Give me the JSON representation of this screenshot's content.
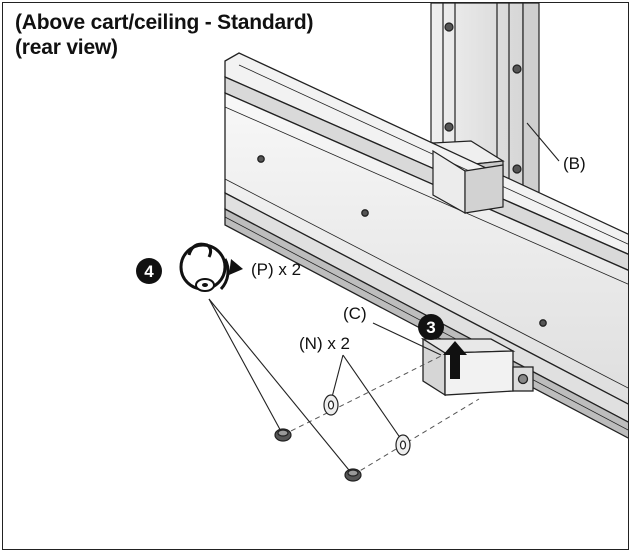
{
  "title": {
    "line1": "(Above cart/ceiling - Standard)",
    "line2": "(rear view)"
  },
  "labels": {
    "bracket": "(B)",
    "clip": "(C)",
    "washers": "(N) x 2",
    "screws": "(P) x 2"
  },
  "steps": {
    "push_up": "3",
    "tighten": "4"
  },
  "colors": {
    "line": "#222222",
    "panel_light": "#f6f6f6",
    "panel_mid": "#e4e4e4",
    "panel_dark": "#bdbdbd",
    "badge": "#111111"
  },
  "icons": {
    "push_up": "up-arrow-icon",
    "tighten": "clockwise-rotate-icon"
  }
}
